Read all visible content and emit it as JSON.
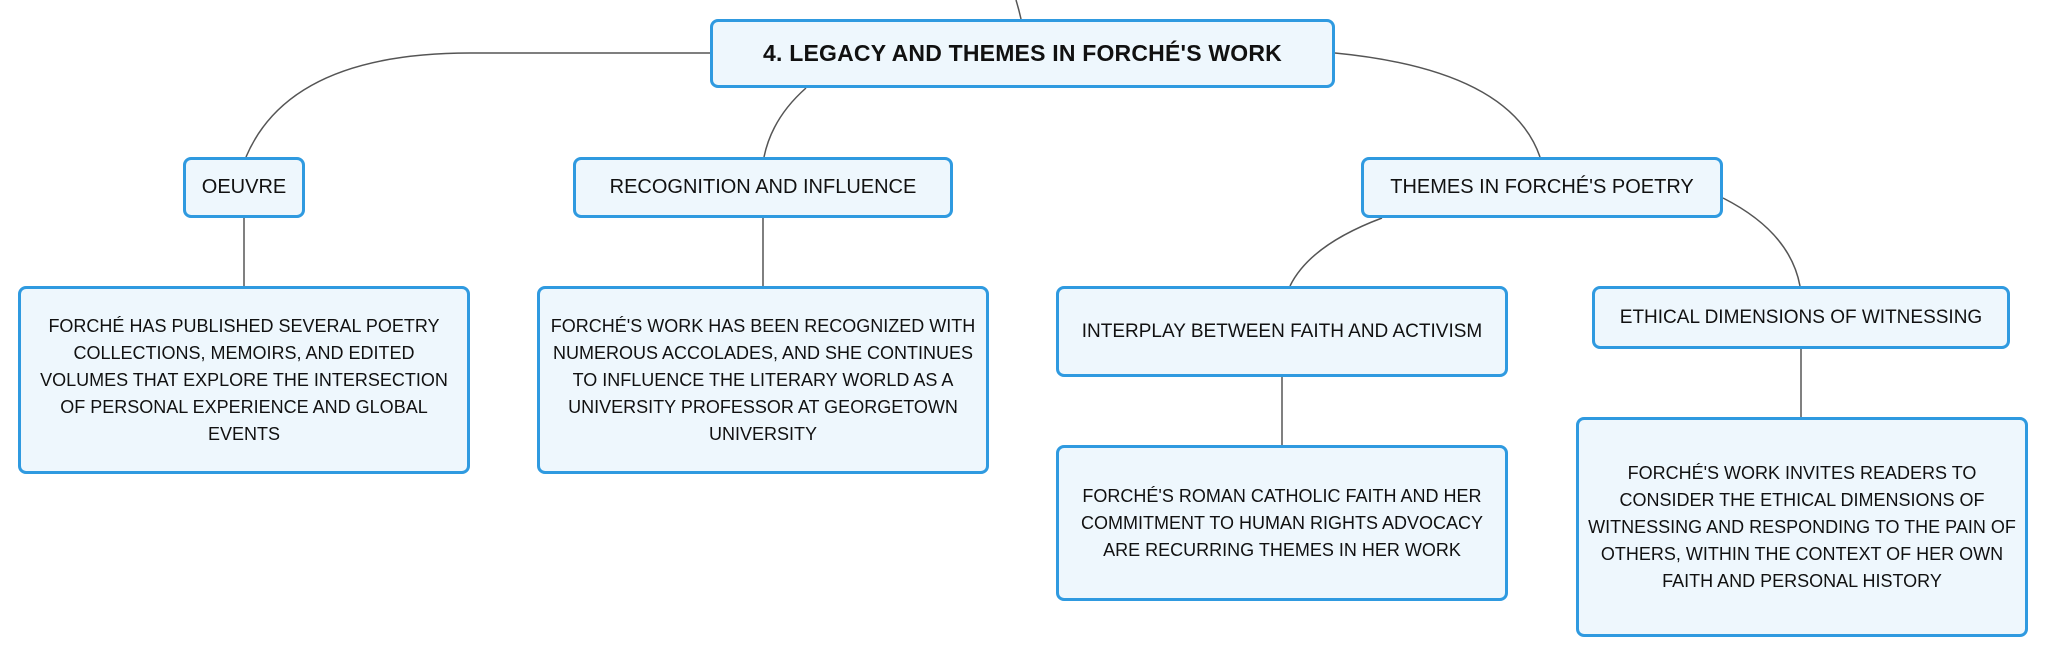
{
  "map": {
    "root": "4. LEGACY AND THEMES IN FORCHÉ'S WORK",
    "branches": {
      "oeuvre": {
        "label": "OEUVRE",
        "detail": "FORCHÉ HAS PUBLISHED SEVERAL POETRY COLLECTIONS, MEMOIRS, AND EDITED VOLUMES THAT EXPLORE THE INTERSECTION OF PERSONAL EXPERIENCE AND GLOBAL EVENTS"
      },
      "recognition": {
        "label": "RECOGNITION AND INFLUENCE",
        "detail": "FORCHÉ'S WORK HAS BEEN RECOGNIZED WITH NUMEROUS ACCOLADES, AND SHE CONTINUES TO INFLUENCE THE LITERARY WORLD AS A UNIVERSITY PROFESSOR AT GEORGETOWN UNIVERSITY"
      },
      "themes": {
        "label": "THEMES IN FORCHÉ'S POETRY",
        "faith": {
          "label": "INTERPLAY BETWEEN FAITH AND ACTIVISM",
          "detail": "FORCHÉ'S ROMAN CATHOLIC FAITH AND HER COMMITMENT TO HUMAN RIGHTS ADVOCACY ARE RECURRING THEMES IN HER WORK"
        },
        "ethics": {
          "label": "ETHICAL DIMENSIONS OF WITNESSING",
          "detail": "FORCHÉ'S WORK INVITES READERS TO CONSIDER THE ETHICAL DIMENSIONS OF WITNESSING AND RESPONDING TO THE PAIN OF OTHERS, WITHIN THE CONTEXT OF HER OWN FAITH AND PERSONAL HISTORY"
        }
      }
    }
  },
  "colors": {
    "node_border": "#2f9ae0",
    "node_fill": "#eef7fd",
    "connector": "#555555"
  }
}
